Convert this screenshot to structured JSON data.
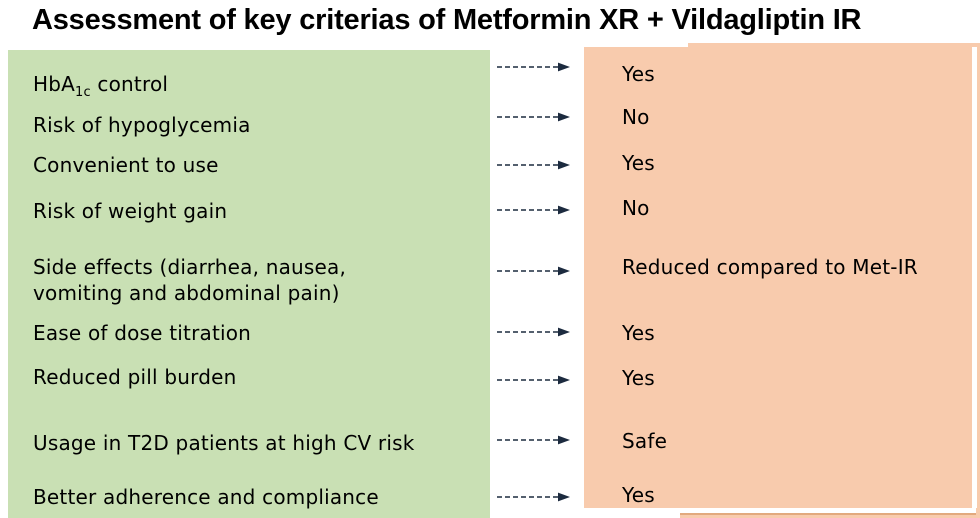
{
  "title": "Assessment of key criterias of Metformin XR + Vildagliptin IR",
  "colors": {
    "left_panel": "#c9e0b4",
    "right_panel": "#f8cbad",
    "arrow": "#1c2b3f",
    "text": "#000000",
    "sliver_border": "#e2a97e"
  },
  "rows": [
    {
      "criterion_prefix": "HbA",
      "criterion_subscript": "1c",
      "criterion_suffix": " control",
      "assessment": "Yes"
    },
    {
      "criterion": "Risk of hypoglycemia",
      "assessment": "No"
    },
    {
      "criterion": "Convenient to use",
      "assessment": "Yes"
    },
    {
      "criterion": "Risk of weight gain",
      "assessment": "No"
    },
    {
      "criterion_line1": "Side effects (diarrhea, nausea,",
      "criterion_line2": "vomiting and abdominal pain)",
      "assessment": "Reduced compared to Met-IR"
    },
    {
      "criterion": "Ease of dose titration",
      "assessment": "Yes"
    },
    {
      "criterion": "Reduced pill burden",
      "assessment": "Yes"
    },
    {
      "criterion": "Usage in T2D patients at high CV risk",
      "assessment": "Safe"
    },
    {
      "criterion": "Better adherence and compliance",
      "assessment": "Yes"
    }
  ]
}
